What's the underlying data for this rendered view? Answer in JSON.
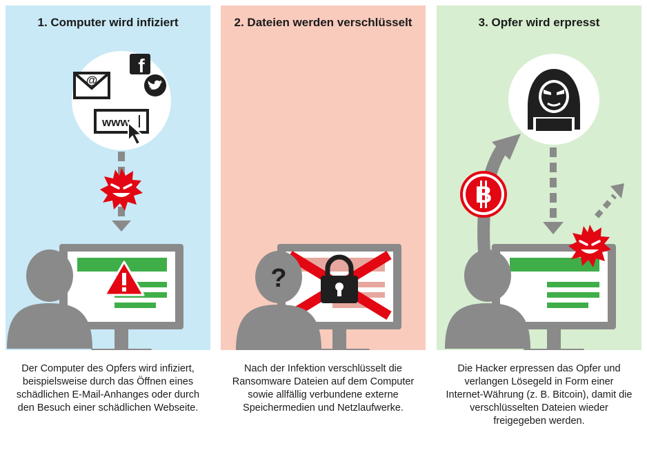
{
  "colors": {
    "panel1_bg": "#c9e9f6",
    "panel2_bg": "#f9cbbd",
    "panel3_bg": "#d7eed0",
    "grey": "#8a8a8a",
    "dark": "#1f1f1f",
    "red": "#e30613",
    "green": "#3fae49",
    "white": "#ffffff"
  },
  "panels": [
    {
      "title": "1. Computer wird infiziert",
      "description": "Der Computer des Opfers wird infiziert, beispielsweise durch das Öffnen eines schädlichen E-Mail-Anhanges oder durch den Besuch einer schädlichen Webseite.",
      "icons": {
        "email_at": "@",
        "facebook": "f",
        "url": "www."
      }
    },
    {
      "title": "2. Dateien werden verschlüsselt",
      "description": "Nach der Infektion verschlüsselt die Ransomware Dateien auf dem Computer sowie allfällig verbundene externe Speichermedien und Netzlaufwerke.",
      "icons": {
        "question": "?"
      }
    },
    {
      "title": "3. Opfer wird erpresst",
      "description": "Die Hacker erpressen das Opfer und verlangen Lösegeld in Form einer Internet-Währung (z. B. Bitcoin), damit die verschlüsselten Dateien wieder freigegeben werden.",
      "icons": {
        "bitcoin": "B"
      }
    }
  ]
}
